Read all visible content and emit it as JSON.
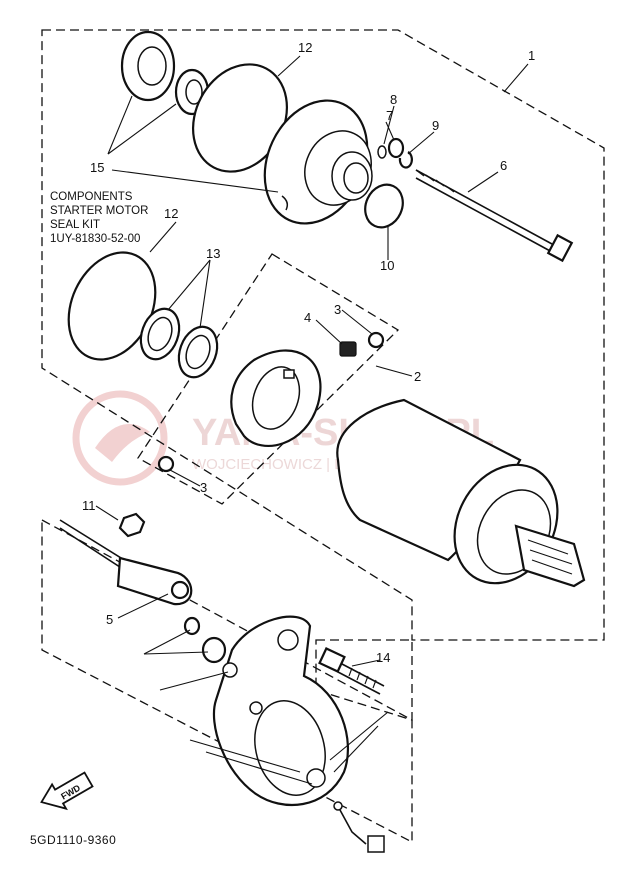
{
  "diagram": {
    "kit_label": {
      "line1": "COMPONENTS",
      "line2": "STARTER MOTOR",
      "line3": "SEAL KIT",
      "line4": "1UY-81830-52-00"
    },
    "callouts": {
      "n1": "1",
      "n2": "2",
      "n3a": "3",
      "n3b": "3",
      "n4": "4",
      "n5": "5",
      "n6": "6",
      "n7": "7",
      "n8": "8",
      "n9": "9",
      "n10": "10",
      "n11": "11",
      "n12a": "12",
      "n12b": "12",
      "n13": "13",
      "n14": "14",
      "n15": "15"
    },
    "fwd_label": "FWD",
    "drawing_code": "5GD1110-9360"
  },
  "watermark": {
    "brand": "YAMA-SKLEP.PL",
    "dealer": "WOJCIECHOWICZ | DEALER YAMAHA"
  }
}
